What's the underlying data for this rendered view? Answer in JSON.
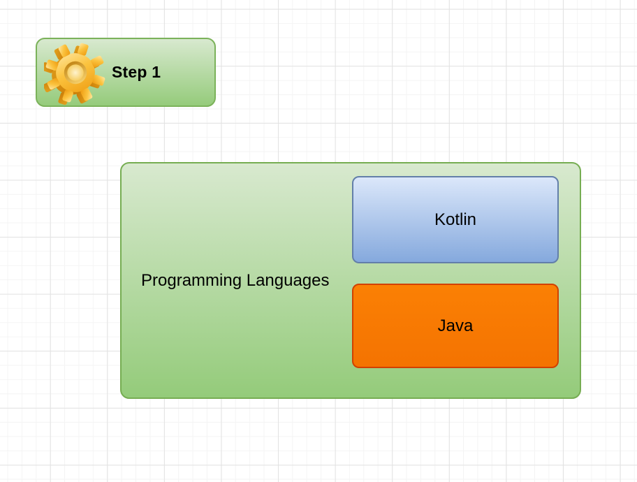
{
  "canvas": {
    "background_color": "#ffffff",
    "grid_minor_color": "#f4f4f4",
    "grid_major_color": "#e2e2e2"
  },
  "step_badge": {
    "label": "Step 1",
    "icon": "gear-icon",
    "fill_top": "#d8e9cf",
    "fill_bottom": "#95cb7b",
    "border_color": "#7bb25a",
    "text_color": "#000000"
  },
  "container": {
    "label": "Programming Languages",
    "fill_top": "#d8e9cf",
    "fill_bottom": "#94cb7a",
    "border_color": "#76ad52",
    "text_color": "#000000",
    "children": [
      {
        "label": "Kotlin",
        "fill_top": "#dbe7fa",
        "fill_bottom": "#85a9dd",
        "border_color": "#637fa9",
        "text_color": "#000000"
      },
      {
        "label": "Java",
        "fill": "#f87a01",
        "border_color": "#d14100",
        "text_color": "#000000"
      }
    ]
  },
  "icons": {
    "gear": {
      "name": "gear-icon",
      "color_light": "#ffe9a8",
      "color_mid": "#fbc33f",
      "color_dark": "#ee9b10"
    }
  }
}
